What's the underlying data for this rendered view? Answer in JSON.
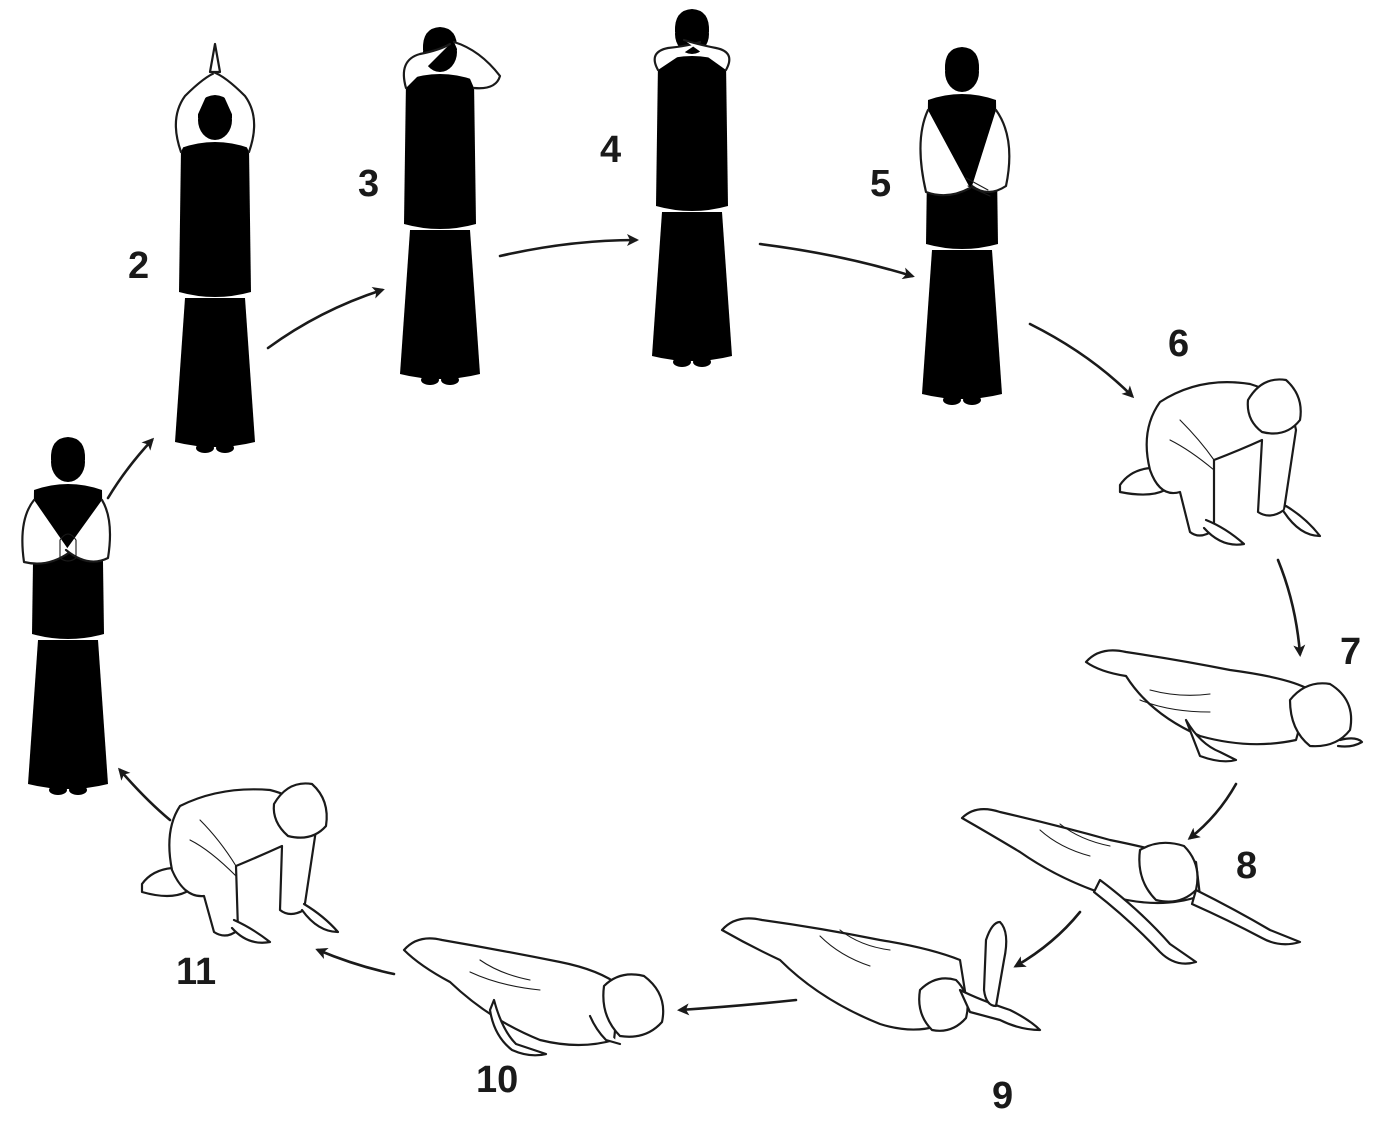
{
  "diagram": {
    "steps": [
      {
        "id": "1",
        "label": "",
        "pose": "standing-hands-on-chest"
      },
      {
        "id": "2",
        "label": "2",
        "pose": "standing-hands-joined-above-head"
      },
      {
        "id": "3",
        "label": "3",
        "pose": "standing-hands-joined-at-forehead"
      },
      {
        "id": "4",
        "label": "4",
        "pose": "standing-hands-joined-at-throat"
      },
      {
        "id": "5",
        "label": "5",
        "pose": "standing-hands-joined-at-heart"
      },
      {
        "id": "6",
        "label": "6",
        "pose": "kneeling-hands-on-floor"
      },
      {
        "id": "7",
        "label": "7",
        "pose": "prone-chest-on-floor"
      },
      {
        "id": "8",
        "label": "8",
        "pose": "prone-arms-stretched-forward"
      },
      {
        "id": "9",
        "label": "9",
        "pose": "prone-hands-joined-forward"
      },
      {
        "id": "10",
        "label": "10",
        "pose": "prone-rising"
      },
      {
        "id": "11",
        "label": "11",
        "pose": "kneeling-rising"
      }
    ],
    "flow": "clockwise-cycle",
    "line_color": "#1a1a1a",
    "background": "#ffffff"
  }
}
